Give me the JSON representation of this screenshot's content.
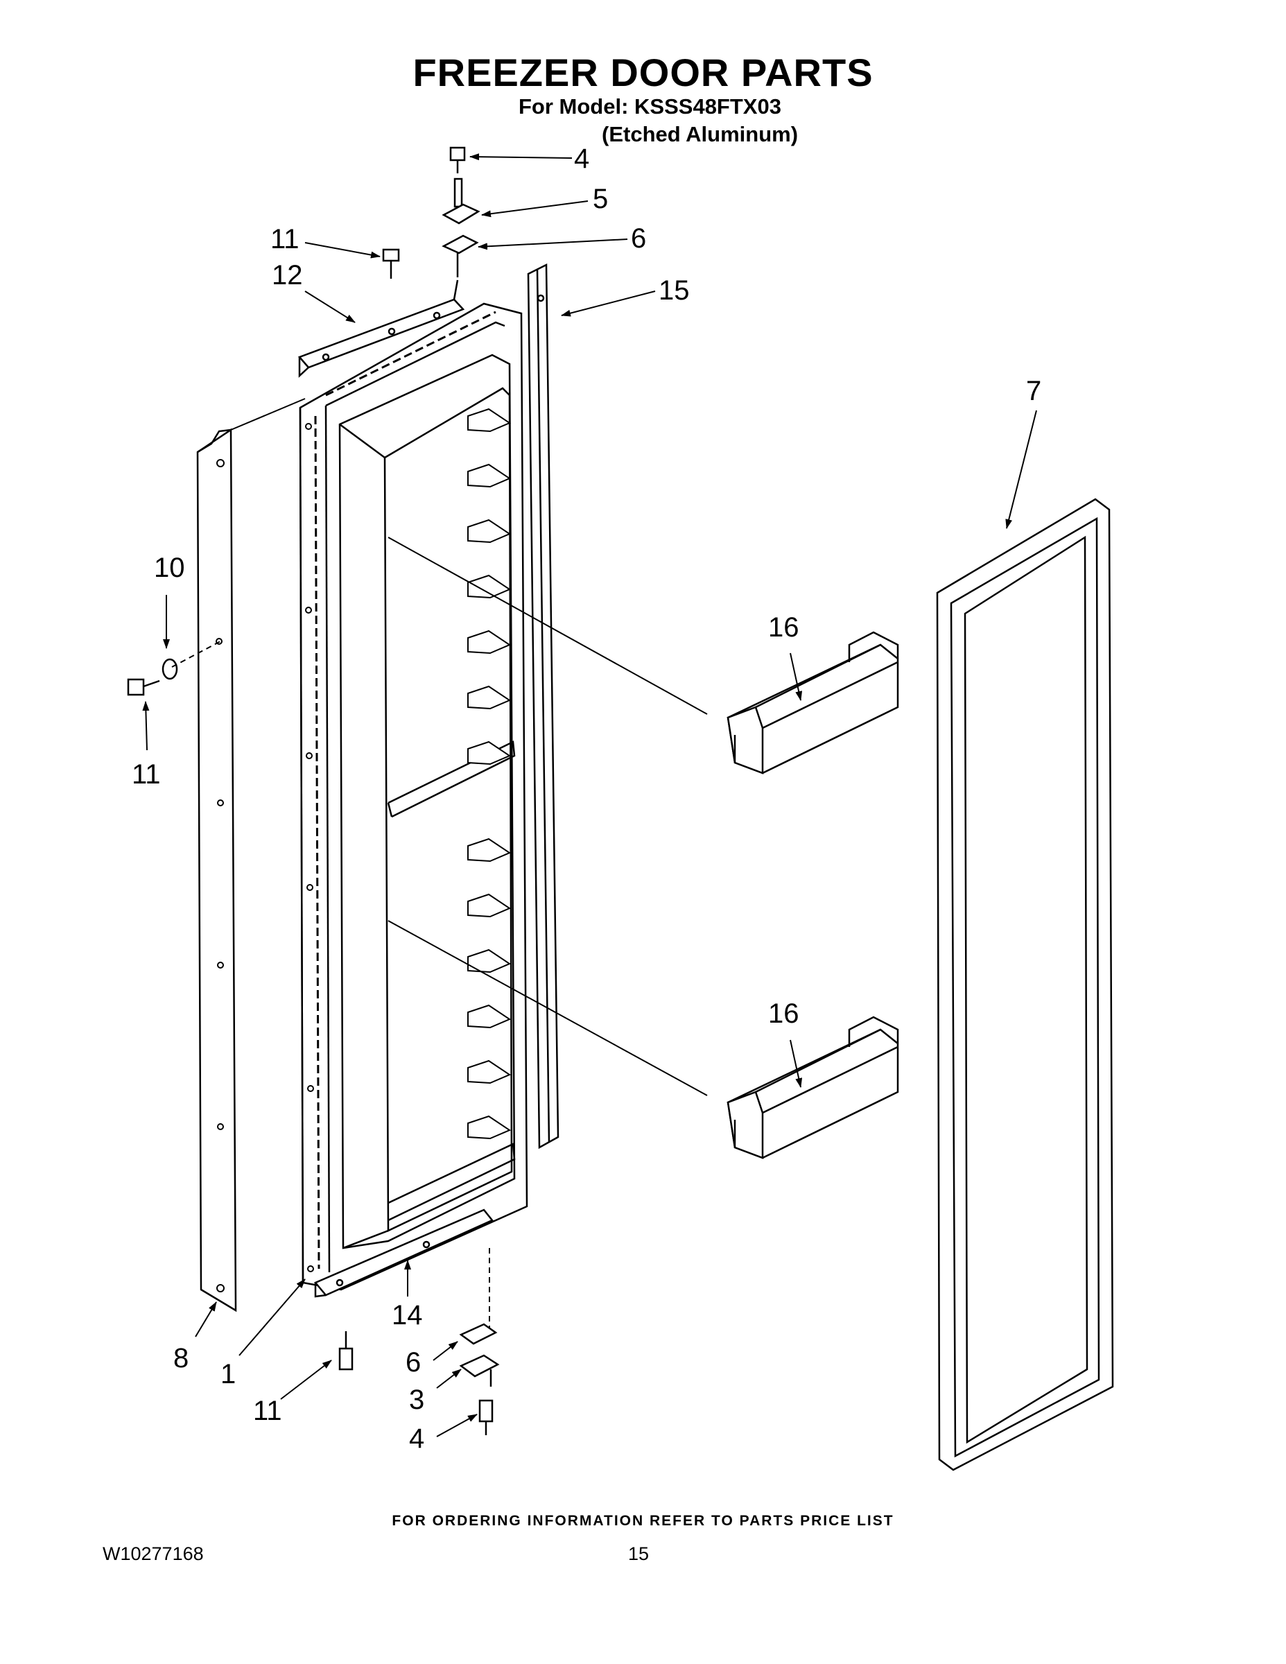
{
  "header": {
    "title": "FREEZER DOOR PARTS",
    "model_line": "For Model: KSSS48FTX03",
    "variant": "(Etched Aluminum)"
  },
  "callouts": [
    {
      "id": "c4-top",
      "label": "4"
    },
    {
      "id": "c5",
      "label": "5"
    },
    {
      "id": "c6-top",
      "label": "6"
    },
    {
      "id": "c11-top",
      "label": "11"
    },
    {
      "id": "c12",
      "label": "12"
    },
    {
      "id": "c15",
      "label": "15"
    },
    {
      "id": "c7",
      "label": "7"
    },
    {
      "id": "c10",
      "label": "10"
    },
    {
      "id": "c11-left",
      "label": "11"
    },
    {
      "id": "c16-top",
      "label": "16"
    },
    {
      "id": "c16-bottom",
      "label": "16"
    },
    {
      "id": "c8",
      "label": "8"
    },
    {
      "id": "c1",
      "label": "1"
    },
    {
      "id": "c14",
      "label": "14"
    },
    {
      "id": "c11-bottom",
      "label": "11"
    },
    {
      "id": "c6-bottom",
      "label": "6"
    },
    {
      "id": "c3",
      "label": "3"
    },
    {
      "id": "c4-bottom",
      "label": "4"
    }
  ],
  "footer": {
    "note": "FOR ORDERING INFORMATION REFER TO PARTS PRICE LIST",
    "doc_number": "W10277168",
    "page_number": "15"
  }
}
